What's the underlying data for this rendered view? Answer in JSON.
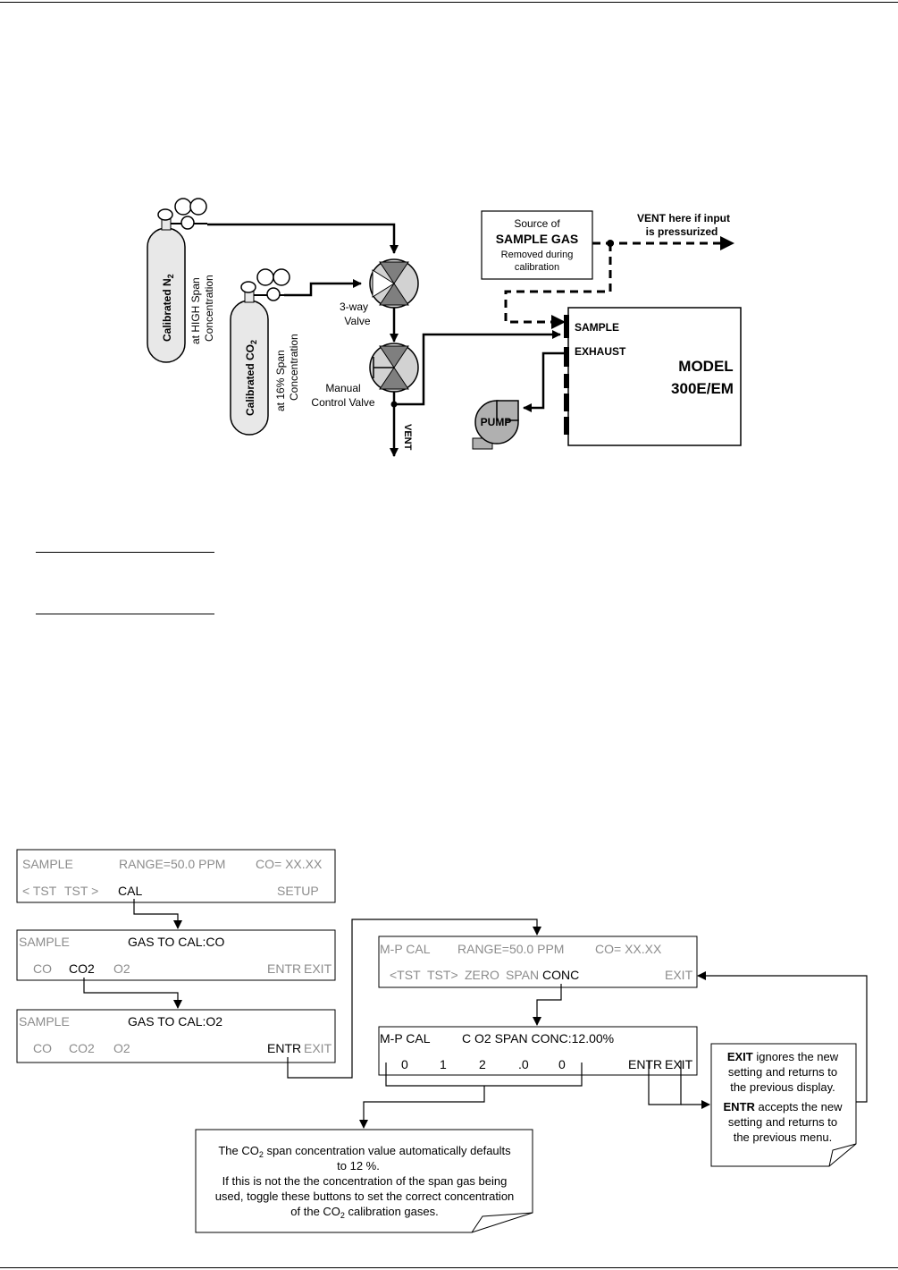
{
  "setup": {
    "cyl_n2": {
      "name": "Calibrated N",
      "sub": "2",
      "line2": "at HIGH Span",
      "line3": "Concentration"
    },
    "cyl_co2": {
      "name": "Calibrated CO",
      "sub": "2",
      "line2": "at 16% Span",
      "line3": "Concentration"
    },
    "three_way_valve": "3-way\nValve",
    "manual_valve": "Manual\nControl Valve",
    "vent_down": "VENT",
    "source_box": {
      "line1": "Source of",
      "line2": "SAMPLE GAS",
      "line3": "Removed during",
      "line4": "calibration"
    },
    "vent_note": {
      "line1": "VENT here if input",
      "line2": "is pressurized"
    },
    "analyzer": {
      "port_sample": "SAMPLE",
      "port_exhaust": "EXHAUST",
      "model_line1": "MODEL",
      "model_line2": "300E/EM"
    },
    "pump": "PUMP"
  },
  "screens": {
    "s1": {
      "status": [
        "SAMPLE",
        "RANGE=50.0 PPM",
        "CO= XX.XX"
      ],
      "keys": [
        "< TST",
        "TST >",
        "CAL",
        "SETUP"
      ]
    },
    "s2": {
      "status": [
        "SAMPLE",
        "GAS TO CAL:CO"
      ],
      "keys": [
        "CO",
        "CO2",
        "O2",
        "ENTR",
        "EXIT"
      ]
    },
    "s3": {
      "status": [
        "SAMPLE",
        "GAS TO CAL:O2"
      ],
      "keys": [
        "CO",
        "CO2",
        "O2",
        "ENTR",
        "EXIT"
      ]
    },
    "s4": {
      "status": [
        "M-P CAL",
        "RANGE=50.0 PPM",
        "CO= XX.XX"
      ],
      "keys": [
        "<TST",
        "TST>",
        "ZERO",
        "SPAN",
        "CONC",
        "EXIT"
      ]
    },
    "s5": {
      "status": [
        "M-P CAL",
        "C O2 SPAN CONC:12.00%"
      ],
      "keys": [
        "0",
        "1",
        "2",
        ".0",
        "0",
        "ENTR",
        "EXIT"
      ]
    }
  },
  "notes": {
    "right": {
      "exit_key": "EXIT",
      "exit_text": [
        " ignores the new",
        "setting and returns to",
        "the previous display."
      ],
      "entr_key": "ENTR",
      "entr_text": [
        " accepts the new",
        "setting and returns to",
        "the previous menu."
      ]
    },
    "bottom": {
      "l1a": "The CO",
      "l1sub": "2",
      "l1b": " span concentration value automatically defaults",
      "l2": "to 12 %.",
      "l3": "If this is not the the concentration of the span gas being",
      "l4": "used, toggle these buttons to set the correct concentration",
      "l5a": "of the CO",
      "l5sub": "2",
      "l5b": " calibration gases."
    }
  },
  "colors": {
    "valve_dark": "#7f7f7f",
    "valve_light": "#d2d2d2",
    "grey_text": "#8c8c8c",
    "cylinder": "#e8e8e8"
  }
}
